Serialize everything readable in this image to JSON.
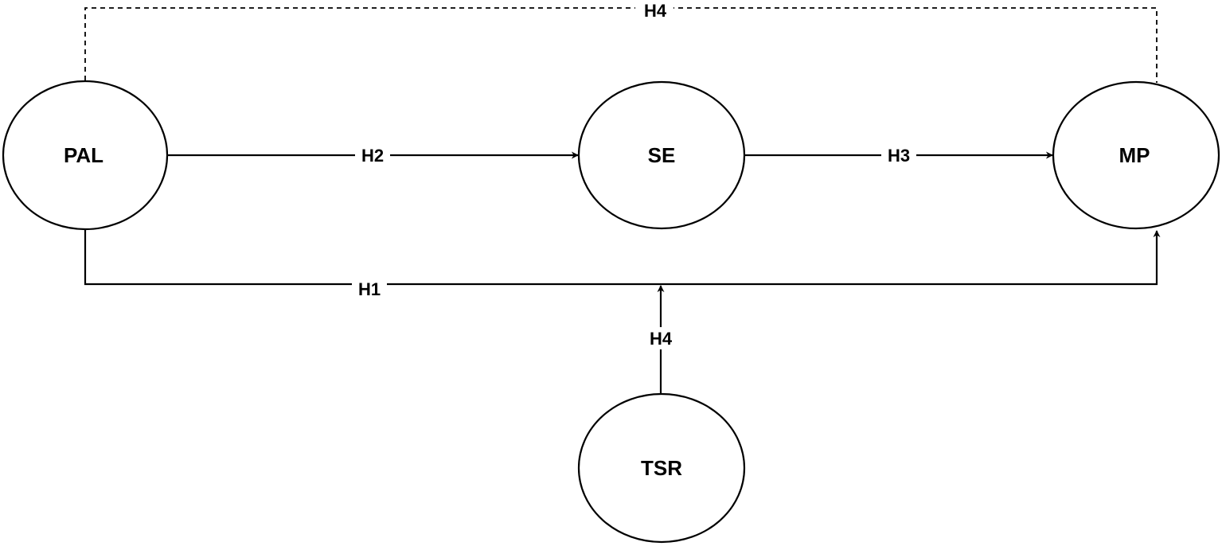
{
  "nodes": {
    "pal": {
      "label": "PAL"
    },
    "se": {
      "label": "SE"
    },
    "mp": {
      "label": "MP"
    },
    "tsr": {
      "label": "TSR"
    }
  },
  "edges": {
    "pal_se": {
      "label": "H2",
      "style": "solid",
      "arrow": "end"
    },
    "se_mp": {
      "label": "H3",
      "style": "solid",
      "arrow": "end"
    },
    "pal_mp": {
      "label": "H1",
      "style": "solid",
      "arrow": "end"
    },
    "tsr_h1": {
      "label": "H4",
      "style": "solid",
      "arrow": "end"
    },
    "pal_mp_top": {
      "label": "H4",
      "style": "dashed",
      "arrow": "none"
    }
  }
}
